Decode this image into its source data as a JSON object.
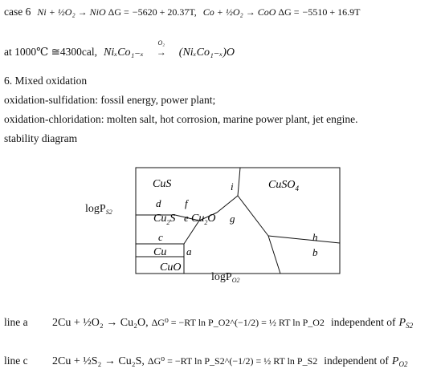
{
  "line1": {
    "prefix": "case 6",
    "ni_reaction": "Ni + ½O₂ → NiO",
    "ni_dg_lhs": "ΔG =",
    "ni_dg_value": "−5620 + 20.37T",
    "separator": ",",
    "co_reaction": "Co + ½O₂ → CoO",
    "co_dg_lhs": "ΔG =",
    "co_dg_value": "−5510 + 16.9T"
  },
  "line2": {
    "condition": "at 1000℃ ≅4300cal,",
    "arrow_label": "O₂",
    "reactant": "NiₓCo₁₋ₓ",
    "product": "(NiₓCo₁₋ₓ)O"
  },
  "heading": "6. Mixed oxidation",
  "line_sulf": "oxidation-sulfidation: fossil energy, power plant;",
  "line_chlor": "oxidation-chloridation: molten salt, hot corrosion, marine power plant, jet engine.",
  "line_diag": "stability diagram",
  "diagram": {
    "y_label": "logP",
    "y_label_sub": "S2",
    "x_label": "logP",
    "x_label_sub": "O2",
    "regions": {
      "cus": "CuS",
      "cuso4": "CuSO",
      "cuso4_sub": "4",
      "cu2s": "Cu",
      "cu2s_sub": "2",
      "cu2s_tail": "S",
      "cu2o": "Cu",
      "cu2o_sub": "2",
      "cu2o_tail": "O",
      "cu": "Cu",
      "cuo": "CuO"
    },
    "line_labels": {
      "a": "a",
      "b": "b",
      "c": "c",
      "d": "d",
      "e": "e",
      "f": "f",
      "g": "g",
      "h": "h",
      "i": "i"
    }
  },
  "line_a": {
    "label": "line a",
    "reaction": "2Cu + ½O₂ → Cu₂O",
    "dg": "ΔG⁰ = −RT ln P_O2^(−1/2) = ½ RT ln P_O2",
    "note": "independent of",
    "note_var": "P",
    "note_sub": "S2"
  },
  "line_c": {
    "label": "line c",
    "reaction": "2Cu + ½S₂ → Cu₂S",
    "dg": "ΔG⁰ = −RT ln P_S2^(−1/2) = ½ RT ln P_S2",
    "note": "independent of",
    "note_var": "P",
    "note_sub": "O2"
  }
}
